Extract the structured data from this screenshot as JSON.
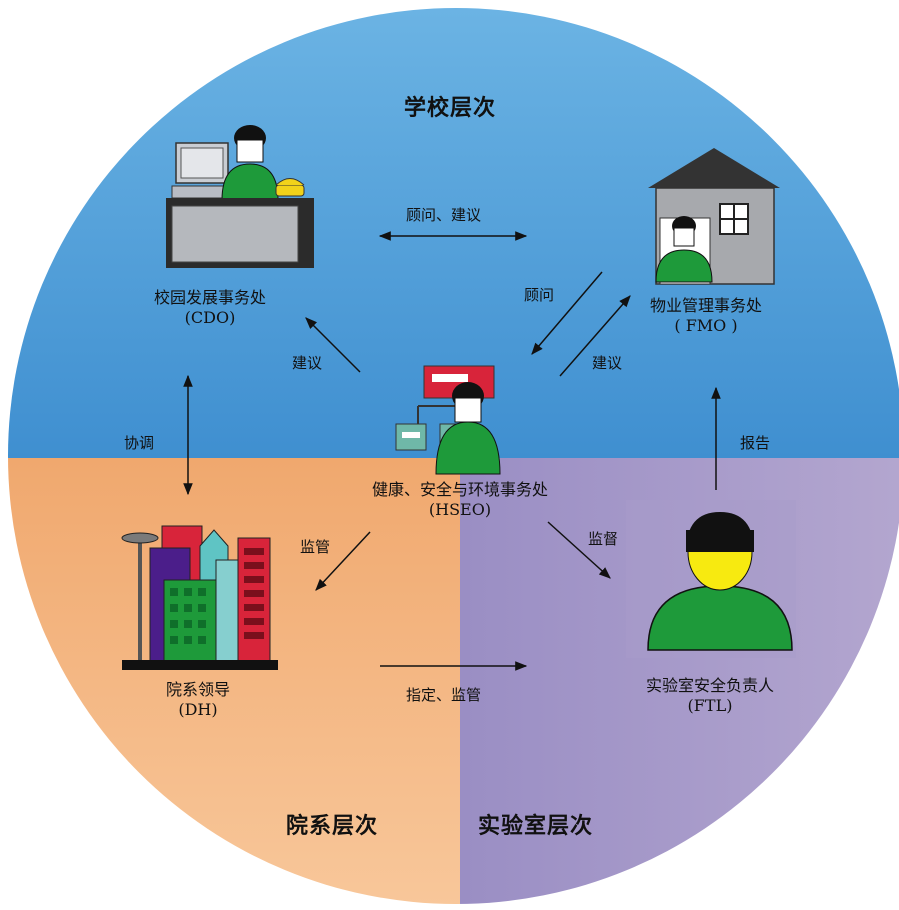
{
  "zones": {
    "school": "学校层次",
    "department": "院系层次",
    "lab": "实验室层次"
  },
  "units": {
    "cdo": {
      "name": "校园发展事务处",
      "abbr": "(CDO)"
    },
    "fmo": {
      "name": "物业管理事务处",
      "abbr": "( FMO )"
    },
    "hseo": {
      "name": "健康、安全与环境事务处",
      "abbr": "(HSEO)"
    },
    "dh": {
      "name": "院系领导",
      "abbr": "(DH)"
    },
    "ftl": {
      "name": "实验室安全负责人",
      "abbr": "(FTL)"
    }
  },
  "relations": {
    "cdo_fmo": "顾问、建议",
    "hseo_fmo_advise": "顾问",
    "hseo_fmo_suggest": "建议",
    "hseo_cdo": "建议",
    "cdo_dh": "协调",
    "ftl_fmo": "报告",
    "hseo_dh": "监管",
    "hseo_ftl": "监督",
    "dh_ftl": "指定、监管"
  },
  "colors": {
    "school_zone": "#5aa6dc",
    "department_zone": "#f2b07e",
    "lab_zone": "#a796c4",
    "figure_green": "#1e9a3a",
    "arrow": "#111111"
  },
  "icons": [
    "office-desk-icon",
    "house-icon",
    "hseo-office-icon",
    "buildings-icon",
    "person-icon"
  ]
}
